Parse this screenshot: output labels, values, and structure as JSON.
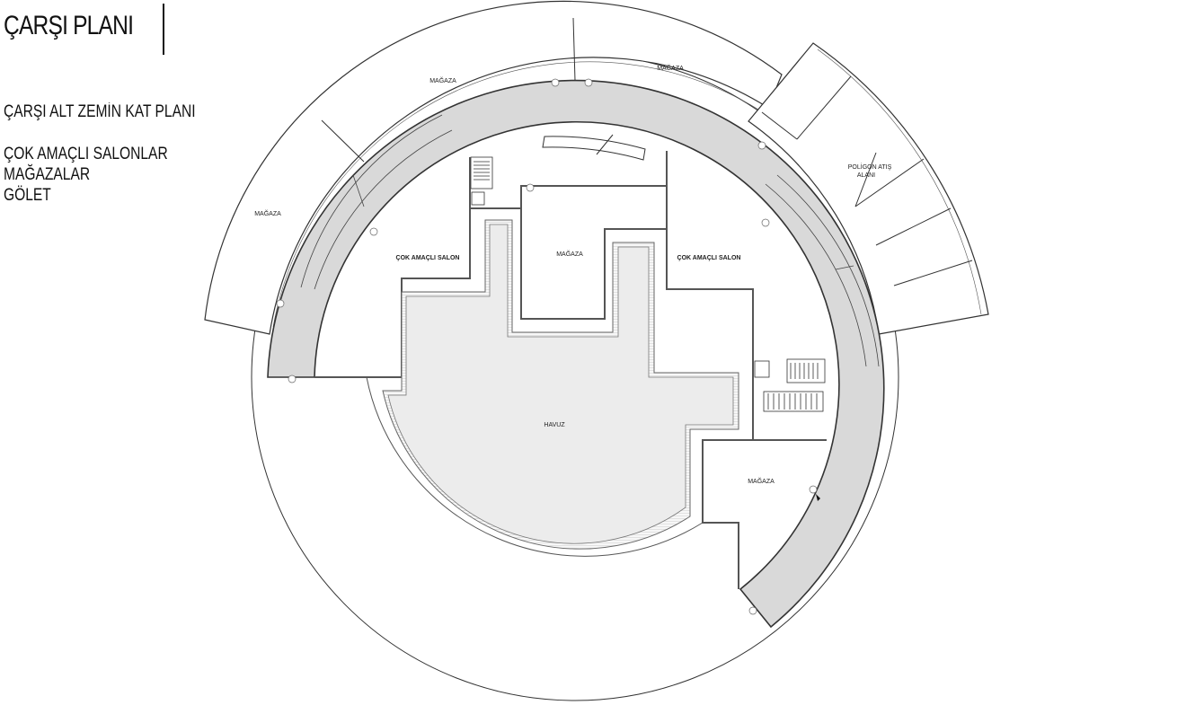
{
  "header": {
    "title": "ÇARŞI PLANI"
  },
  "legend": {
    "subtitle": "ÇARŞI ALT ZEMİN KAT PLANI",
    "items": [
      "ÇOK AMAÇLI SALONLAR",
      "MAĞAZALAR",
      "GÖLET"
    ]
  },
  "plan": {
    "labels": {
      "store_left": "MAĞAZA",
      "store_top": "MAĞAZA",
      "store_top_right": "MAĞAZA",
      "store_center": "MAĞAZA",
      "store_lower_right": "MAĞAZA",
      "hall_left": "ÇOK AMAÇLI SALON",
      "hall_right": "ÇOK AMAÇLI SALON",
      "shooting_range_line1": "POLİGON ATIŞ",
      "shooting_range_line2": "ALANI",
      "pool": "HAVUZ"
    }
  }
}
